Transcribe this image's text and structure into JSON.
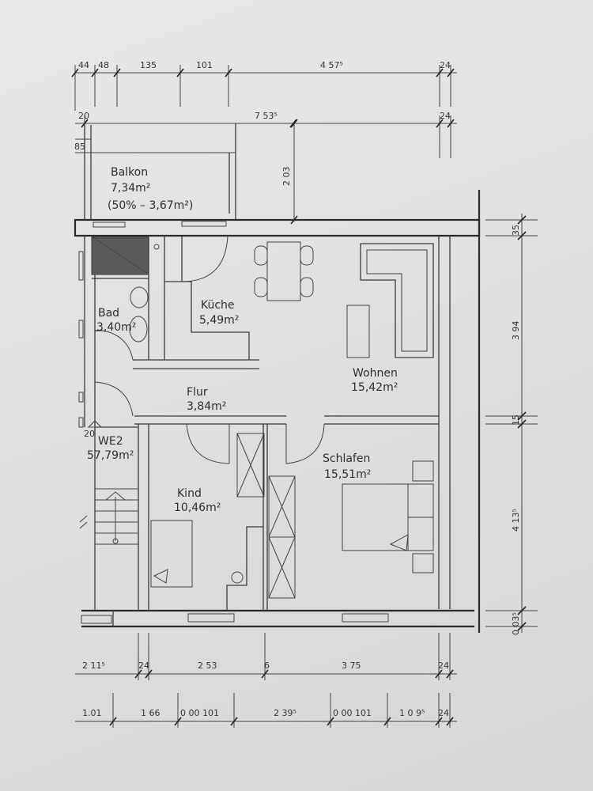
{
  "rooms": {
    "balkon": {
      "name": "Balkon",
      "area": "7,34m²",
      "note": "(50%  –  3,67m²)"
    },
    "bad": {
      "name": "Bad",
      "area": "3,40m²"
    },
    "kueche": {
      "name": "Küche",
      "area": "5,49m²"
    },
    "wohnen": {
      "name": "Wohnen",
      "area": "15,42m²"
    },
    "flur": {
      "name": "Flur",
      "area": "3,84m²"
    },
    "schlafen": {
      "name": "Schlafen",
      "area": "15,51m²"
    },
    "kind": {
      "name": "Kind",
      "area": "10,46m²"
    },
    "we2": {
      "name": "WE2",
      "area": "57,79m²"
    }
  },
  "dimensions": {
    "top_row1": [
      "44",
      "48",
      "135",
      "101",
      "4 57⁵",
      "24"
    ],
    "top_row2": [
      "20",
      "7 53⁵",
      "24"
    ],
    "left_85": "85",
    "balkon_203": "2 03",
    "right_35": "35",
    "right_394": "3 94",
    "right_15": "15",
    "right_413": "4 13⁵",
    "right_bottom": "0 03⁵",
    "left_20": "20",
    "bottom_row1": [
      "2 11⁵",
      "24",
      "2 53",
      "6",
      "3 75",
      "24"
    ],
    "bottom_row2": [
      "1.01",
      "1 66",
      "0 00 101",
      "2 39⁵",
      "0 00 101",
      "1 0 9⁵",
      "24"
    ]
  }
}
